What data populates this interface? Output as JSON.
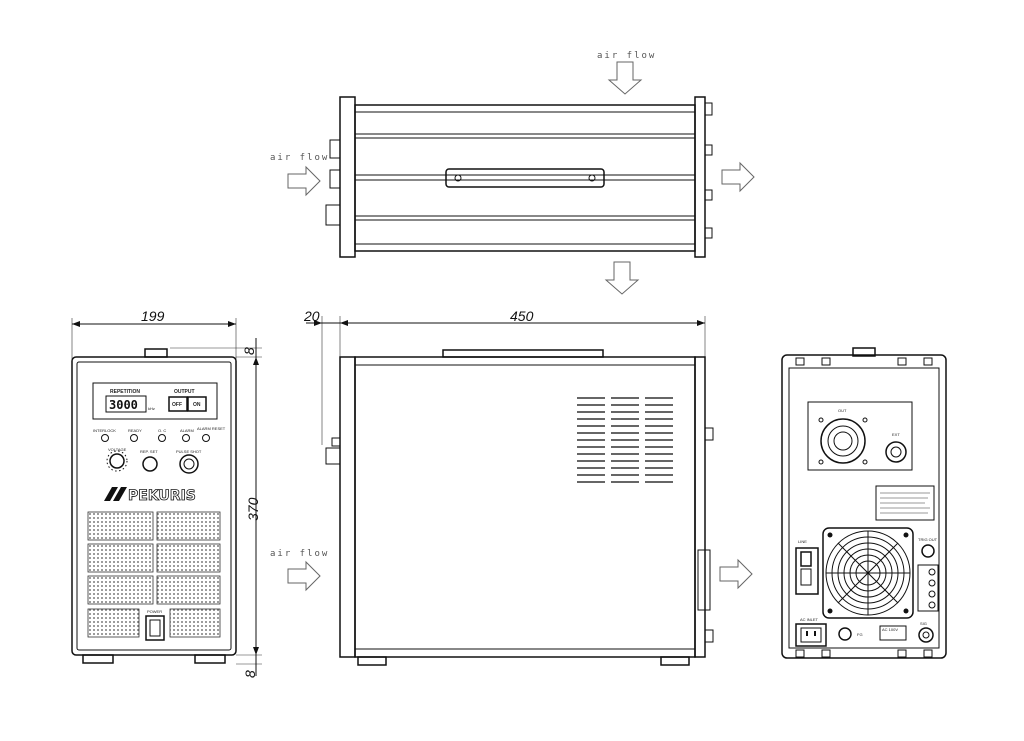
{
  "labels": {
    "air_flow": "air flow"
  },
  "dimensions": {
    "width": "199",
    "top_gap": "8",
    "height": "370",
    "bottom_gap": "8",
    "front_offset": "20",
    "depth": "450"
  },
  "front_panel": {
    "repetition": "REPETITION",
    "counter": "3000",
    "hz": "kHz",
    "output": "OUTPUT",
    "off": "OFF",
    "on": "ON",
    "interlock": "INTERLOCK",
    "ready": "READY",
    "oc": "O. C",
    "alarm": "ALARM",
    "alarm_reset": "ALARM RESET",
    "voltage": "VOLTAGE",
    "rep_set": "REP. SET",
    "pulse_shot": "PULSE SHOT",
    "brand": "PEKURIS",
    "power": "POWER"
  },
  "rear_panel": {
    "out": "OUT",
    "ext": "EXT",
    "trigger": "TRIG OUT",
    "line": "LINE",
    "inlet": "AC INLET",
    "fg": "FG",
    "rating": "AC 100V",
    "sig": "SIG"
  }
}
